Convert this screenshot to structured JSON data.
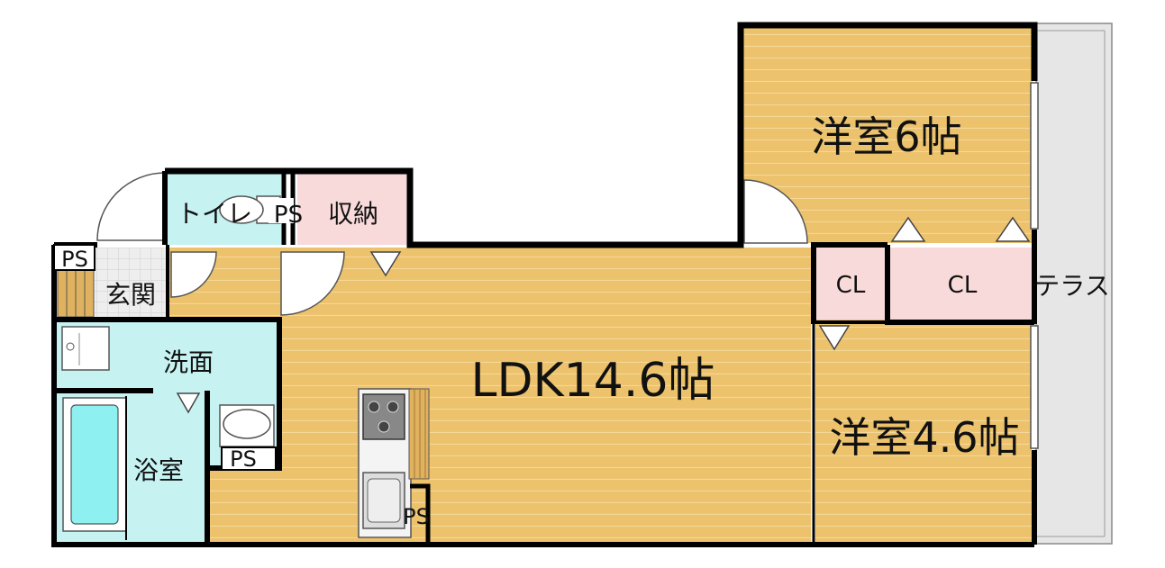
{
  "floorplan": {
    "rooms": {
      "western_room_large": "洋室6帖",
      "western_room_small": "洋室4.6帖",
      "ldk": "LDK14.6帖",
      "toilet": "トイレ",
      "storage": "収納",
      "entrance": "玄関",
      "washroom": "洗面",
      "bathroom": "浴室",
      "terrace": "テラス",
      "closet_small": "CL",
      "closet_large": "CL"
    },
    "pipe_spaces": {
      "toilet_ps": "PS",
      "entrance_ps": "PS",
      "washroom_ps": "PS",
      "kitchen_ps": "PS"
    }
  },
  "colors": {
    "wood_floor": "#ecc26c",
    "wood_stripe": "#f2d08a",
    "wet_area": "#c6f2f2",
    "storage_pink": "#f9dada",
    "terrace_gray": "#e6e6e6",
    "wall": "#000000"
  }
}
